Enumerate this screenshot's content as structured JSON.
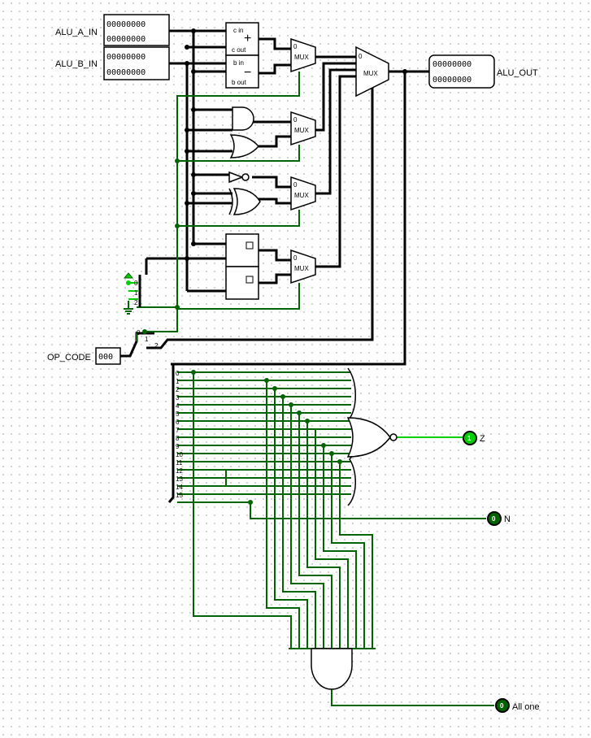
{
  "inputs": {
    "alu_a": {
      "label": "ALU_A_IN",
      "bits": [
        "0",
        "0",
        "0",
        "0",
        "0",
        "0",
        "0",
        "0",
        "0",
        "0",
        "0",
        "0",
        "0",
        "0",
        "0",
        "0"
      ]
    },
    "alu_b": {
      "label": "ALU_B_IN",
      "bits": [
        "0",
        "0",
        "0",
        "0",
        "0",
        "0",
        "0",
        "0",
        "0",
        "0",
        "0",
        "0",
        "0",
        "0",
        "0",
        "0"
      ]
    },
    "op_code": {
      "label": "OP_CODE",
      "bits": [
        "0",
        "0",
        "0"
      ]
    }
  },
  "outputs": {
    "alu_out": {
      "label": "ALU_OUT",
      "bits": [
        "0",
        "0",
        "0",
        "0",
        "0",
        "0",
        "0",
        "0",
        "0",
        "0",
        "0",
        "0",
        "0",
        "0",
        "0",
        "0"
      ]
    },
    "z": {
      "label": "Z",
      "value": "1"
    },
    "n": {
      "label": "N",
      "value": "0"
    },
    "all_one": {
      "label": "All one",
      "value": "0"
    }
  },
  "adder": {
    "c_in": "c in",
    "c_out": "c out",
    "plus": "+"
  },
  "subtractor": {
    "b_in": "b in",
    "b_out": "b out",
    "minus": "−"
  },
  "mux": {
    "label": "MUX",
    "sel0": "0"
  },
  "splitter": {
    "op_pins": [
      "0",
      "1",
      "2"
    ],
    "low_pins": [
      "0",
      "1",
      "2"
    ],
    "bit_pins": [
      "0",
      "1",
      "2",
      "3",
      "4",
      "5",
      "6",
      "7",
      "8",
      "9",
      "10",
      "11",
      "12",
      "13",
      "14",
      "15"
    ]
  },
  "colors": {
    "wire_dark": "#006400",
    "wire_light": "#00d000",
    "bus": "#000000",
    "led_on": "#00d000",
    "led_off": "#006400"
  }
}
